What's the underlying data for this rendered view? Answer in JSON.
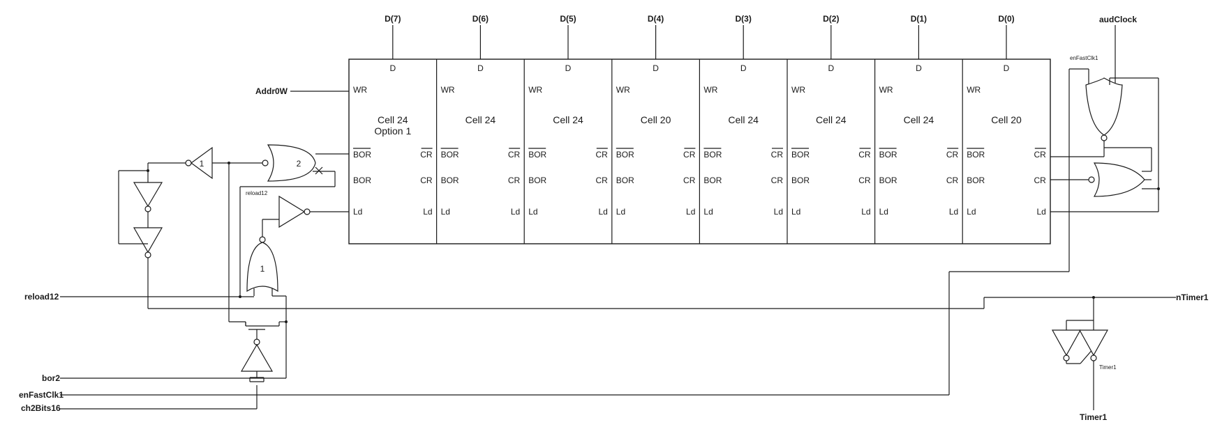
{
  "data_bus": [
    "D(7)",
    "D(6)",
    "D(5)",
    "D(4)",
    "D(3)",
    "D(2)",
    "D(1)",
    "D(0)"
  ],
  "cells": [
    {
      "name": "Cell 24",
      "option": "Option 1"
    },
    {
      "name": "Cell 24",
      "option": ""
    },
    {
      "name": "Cell 24",
      "option": ""
    },
    {
      "name": "Cell 20",
      "option": ""
    },
    {
      "name": "Cell 24",
      "option": ""
    },
    {
      "name": "Cell 24",
      "option": ""
    },
    {
      "name": "Cell 24",
      "option": ""
    },
    {
      "name": "Cell 20",
      "option": ""
    }
  ],
  "pins": {
    "d": "D",
    "wr": "WR",
    "bor_bar": "BOR",
    "bor": "BOR",
    "cr_bar": "CR",
    "cr": "CR",
    "ld": "Ld"
  },
  "signals": {
    "audclock": "audClock",
    "addr": "Addr0W",
    "reload12": "reload12",
    "bor2": "bor2",
    "enfastclk1": "enFastClk1",
    "ch2bits16": "ch2Bits16",
    "ntimer1": "nTimer1",
    "timer1": "Timer1"
  },
  "small_labels": {
    "enfastclk1": "enFastClk1",
    "reload12": "reload12",
    "timer1": "Timer1"
  },
  "gate_labels": {
    "inv1": "1",
    "nor2": "2",
    "or1": "1"
  }
}
